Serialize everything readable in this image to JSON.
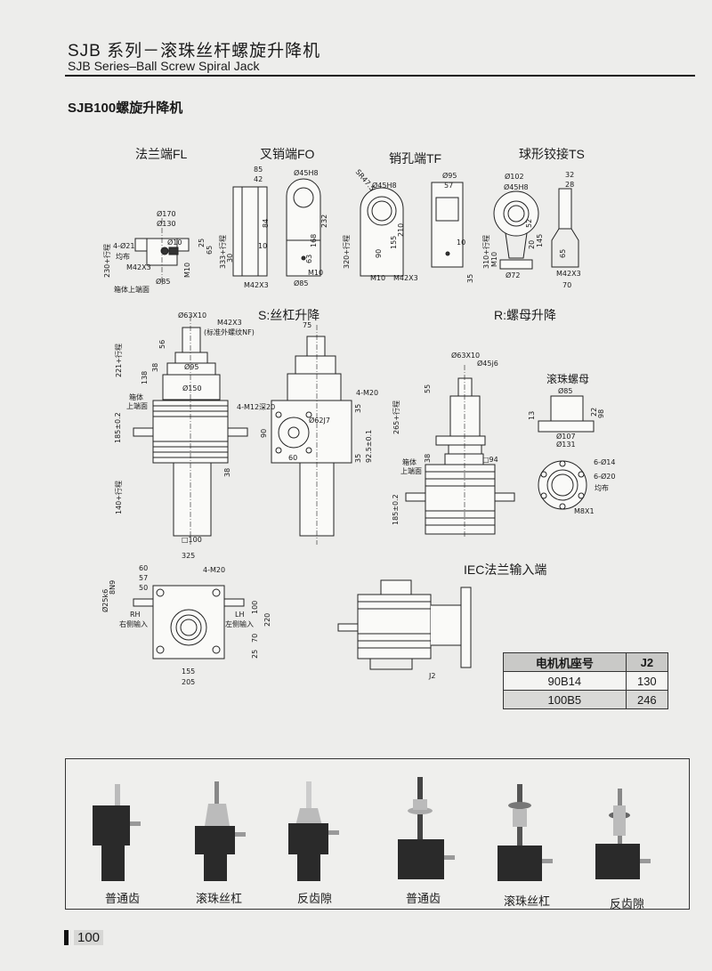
{
  "header": {
    "title_cn": "SJB 系列－滚珠丝杆螺旋升降机",
    "title_en": "SJB Series–Ball Screw Spiral Jack",
    "section": "SJB100螺旋升降机"
  },
  "end_types": {
    "fl": {
      "title": "法兰端FL",
      "dims": [
        "Ø170",
        "Ø130",
        "4-Ø21",
        "均布",
        "M42X3",
        "Ø85",
        "M10",
        "25",
        "65",
        "230+行程",
        "箱体上端面",
        "Ø10"
      ]
    },
    "fo": {
      "title": "叉销端FO",
      "dims": [
        "85",
        "42",
        "84",
        "333+行程",
        "30",
        "M42X3",
        "Ø45H8",
        "232",
        "168",
        "63",
        "M10",
        "Ø85",
        "10"
      ]
    },
    "tf": {
      "title": "销孔端TF",
      "dims": [
        "SR47.5",
        "Ø45H8",
        "320+行程",
        "90",
        "155",
        "210",
        "M10",
        "M42X3",
        "Ø95",
        "57",
        "35",
        "10"
      ]
    },
    "ts": {
      "title": "球形铰接TS",
      "dims": [
        "Ø102",
        "Ø45H8",
        "52",
        "20",
        "145",
        "310+行程",
        "M10",
        "Ø72",
        "32",
        "28",
        "65",
        "M42X3",
        "70"
      ]
    }
  },
  "s_lift": {
    "title": "S:丝杠升降",
    "front": [
      "Ø63X10",
      "M42X3",
      "(标准外螺纹NF)",
      "56",
      "221+行程",
      "138",
      "38",
      "Ø95",
      "Ø150",
      "箱体",
      "上端面",
      "185±0.2",
      "38",
      "140+行程",
      "□100"
    ],
    "side": [
      "75",
      "4-M20",
      "4-M12深20",
      "Ø62J7",
      "90",
      "60",
      "35",
      "35",
      "92.5±0.1"
    ]
  },
  "r_lift": {
    "title": "R:螺母升降",
    "front": [
      "Ø63X10",
      "Ø45j6",
      "55",
      "265+行程",
      "38",
      "□94",
      "箱体",
      "上端面",
      "185±0.2"
    ],
    "nut_title": "滚珠螺母",
    "nut": [
      "Ø85",
      "13",
      "22",
      "98",
      "Ø107",
      "Ø131",
      "6-Ø14",
      "6-Ø20",
      "均布",
      "M8X1"
    ]
  },
  "top_view": {
    "dims": [
      "325",
      "60",
      "57",
      "50",
      "4-M20",
      "Ø25k6",
      "8N9",
      "RH",
      "右侧输入",
      "LH",
      "左侧输入",
      "100",
      "220",
      "70",
      "25",
      "155",
      "205"
    ]
  },
  "iec": {
    "title": "IEC法兰输入端",
    "dims": [
      "J2"
    ]
  },
  "motor_table": {
    "headers": [
      "电机机座号",
      "J2"
    ],
    "rows": [
      [
        "90B14",
        "130"
      ],
      [
        "100B5",
        "246"
      ]
    ]
  },
  "products": [
    "普通齿",
    "滚珠丝杠",
    "反齿隙",
    "普通齿",
    "滚珠丝杠",
    "反齿隙"
  ],
  "page_number": "100"
}
